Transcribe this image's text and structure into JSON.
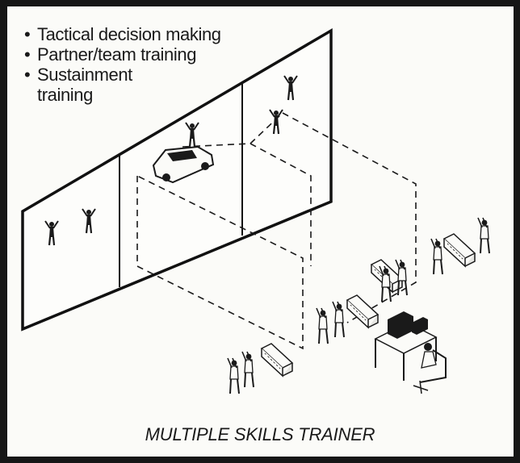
{
  "bullets": [
    "Tactical decision making",
    "Partner/team training",
    "Sustainment training"
  ],
  "caption": "MULTIPLE SKILLS TRAINER",
  "colors": {
    "frame": "#161616",
    "panel": "#fbfbf8",
    "ink": "#1a1a1a"
  },
  "icons": [
    "target-figure-icon",
    "vehicle-icon",
    "trainee-figure-icon",
    "barricade-icon",
    "computer-workstation-icon"
  ]
}
